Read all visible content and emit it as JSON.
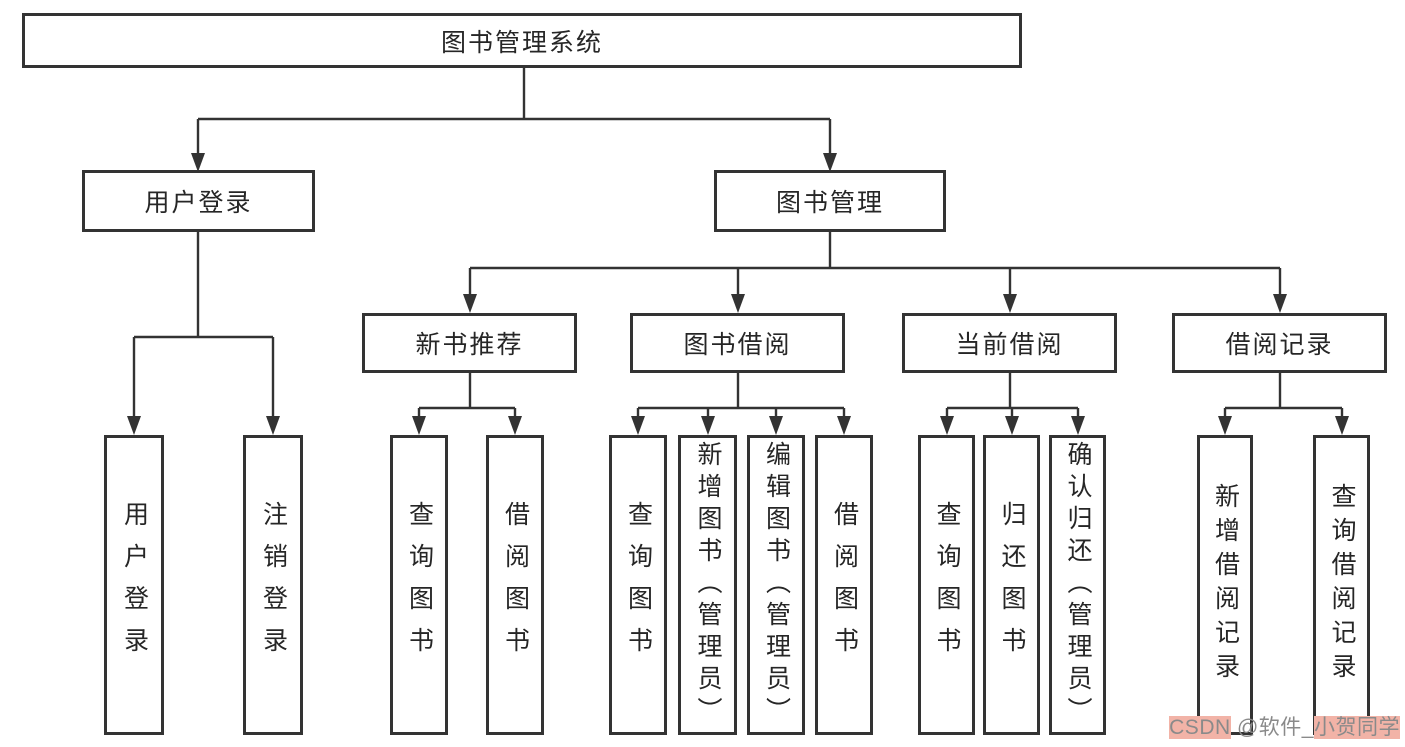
{
  "diagram": {
    "root": {
      "label": "图书管理系统"
    },
    "level2": {
      "user_login": {
        "label": "用户登录"
      },
      "book_mgmt": {
        "label": "图书管理"
      }
    },
    "level3": {
      "new_books": {
        "label": "新书推荐"
      },
      "borrowing": {
        "label": "图书借阅"
      },
      "current": {
        "label": "当前借阅"
      },
      "records": {
        "label": "借阅记录"
      }
    },
    "leaves": {
      "user_login": [
        "用户登录",
        "注销登录"
      ],
      "new_books": [
        "查询图书",
        "借阅图书"
      ],
      "borrowing": [
        "查询图书",
        "新增图书（管理员）",
        "编辑图书（管理员）",
        "借阅图书"
      ],
      "current": [
        "查询图书",
        "归还图书",
        "确认归还（管理员）"
      ],
      "records": [
        "新增借阅记录",
        "查询借阅记录"
      ]
    }
  },
  "watermark": {
    "prefix": "CSDN",
    "middle": " @软件_",
    "suffix": "小贺同学"
  },
  "colors": {
    "border": "#333333",
    "line": "#333333",
    "text": "#262626",
    "watermark_text": "#8a8a8a",
    "watermark_highlight": "#f2b3a7",
    "background": "#ffffff"
  }
}
